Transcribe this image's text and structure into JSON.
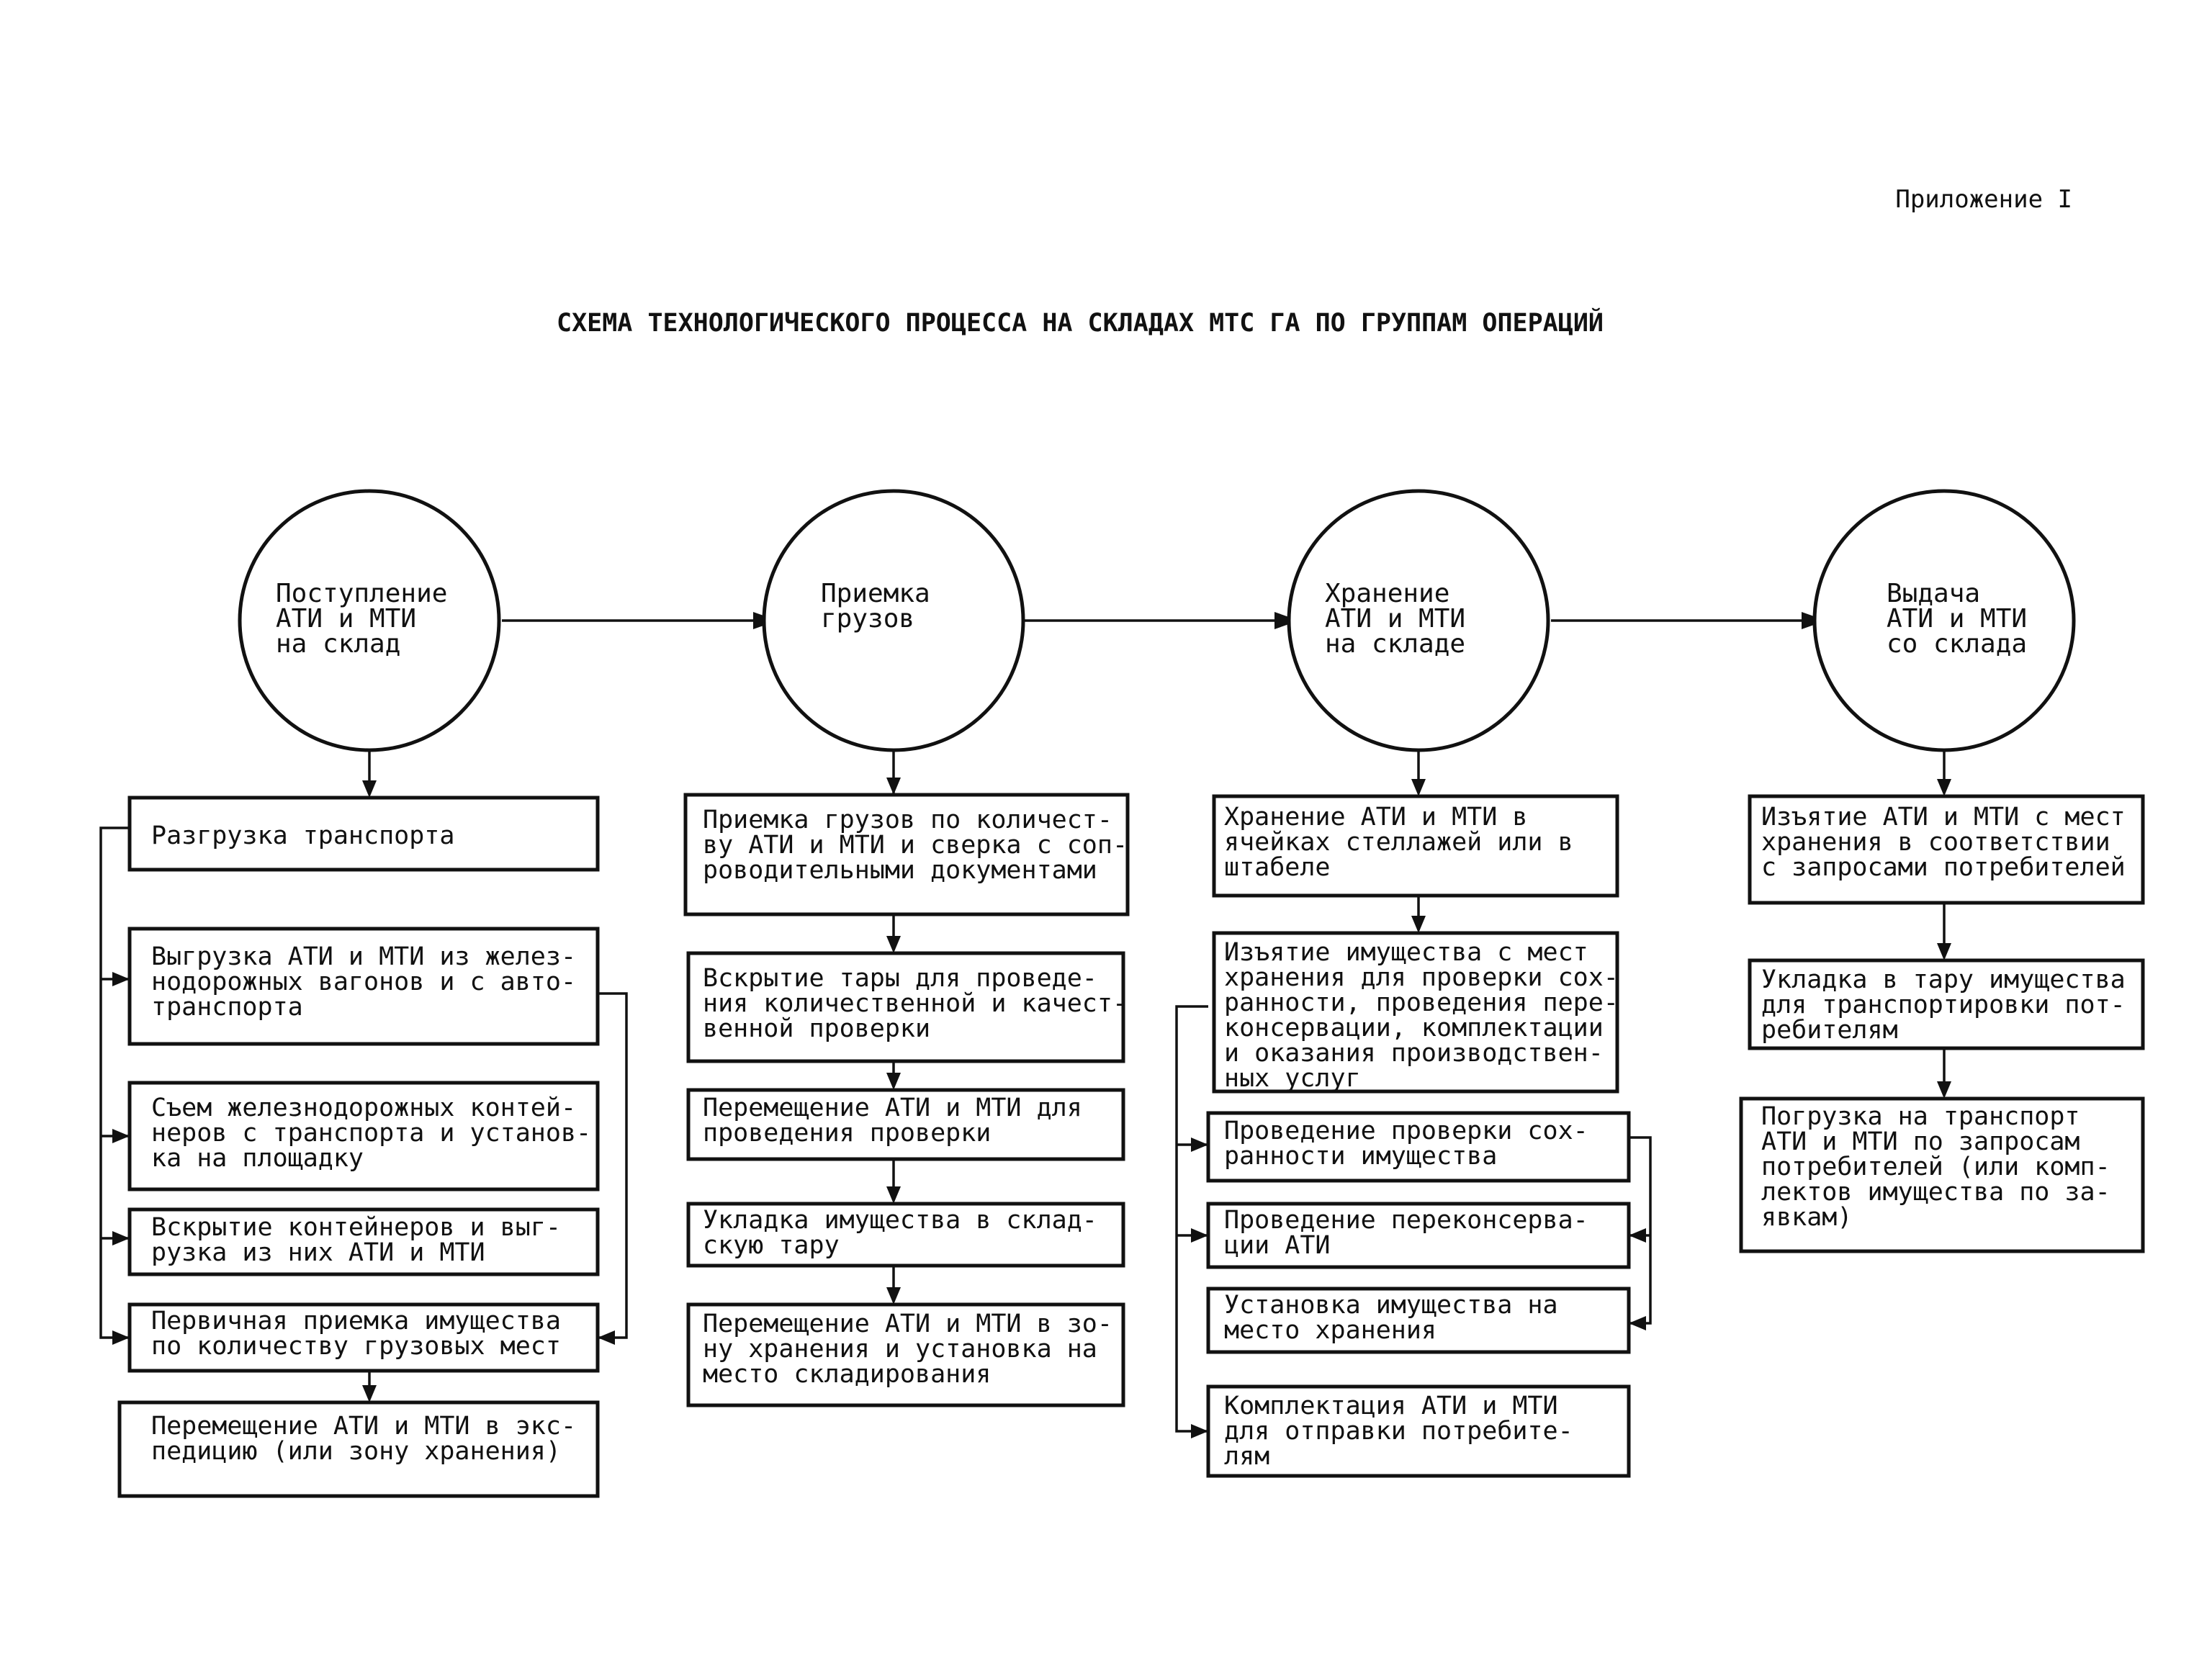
{
  "header": {
    "appendix": "Приложение I",
    "title": "СХЕМА ТЕХНОЛОГИЧЕСКОГО ПРОЦЕССА НА СКЛАДАХ МТС ГА ПО ГРУППАМ ОПЕРАЦИЙ"
  },
  "stages": [
    {
      "lines": [
        "Поступление",
        "АТИ и МТИ",
        "на склад"
      ],
      "operations": [
        {
          "lines": [
            "Разгрузка транспорта"
          ]
        },
        {
          "lines": [
            "Выгрузка АТИ и МТИ из желез-",
            "нодорожных вагонов и с авто-",
            "транспорта"
          ]
        },
        {
          "lines": [
            "Съем железнодорожных контей-",
            "неров с транспорта и установ-",
            "ка на площадку"
          ]
        },
        {
          "lines": [
            "Вскрытие контейнеров и выг-",
            "рузка из них АТИ и МТИ"
          ]
        },
        {
          "lines": [
            "Первичная приемка имущества",
            "по количеству грузовых мест"
          ]
        },
        {
          "lines": [
            "Перемещение АТИ и МТИ в экс-",
            "педицию (или зону хранения)"
          ]
        }
      ]
    },
    {
      "lines": [
        "Приемка",
        "грузов"
      ],
      "operations": [
        {
          "lines": [
            "Приемка грузов по количест-",
            "ву АТИ и МТИ и сверка с соп-",
            "роводительными документами"
          ]
        },
        {
          "lines": [
            "Вскрытие тары для проведе-",
            "ния количественной и качест-",
            "венной проверки"
          ]
        },
        {
          "lines": [
            "Перемещение АТИ и МТИ для",
            "проведения проверки"
          ]
        },
        {
          "lines": [
            "Укладка имущества в склад-",
            "скую тару"
          ]
        },
        {
          "lines": [
            "Перемещение АТИ и МТИ в зо-",
            "ну хранения и установка на",
            "место складирования"
          ]
        }
      ]
    },
    {
      "lines": [
        "Хранение",
        "АТИ и МТИ",
        "на складе"
      ],
      "operations": [
        {
          "lines": [
            "Хранение АТИ и МТИ в",
            "ячейках стеллажей или в",
            "штабеле"
          ]
        },
        {
          "lines": [
            "Изъятие имущества с мест",
            "хранения для проверки сох-",
            "ранности, проведения пере-",
            "консервации, комплектации",
            "и оказания производствен-",
            "ных услуг"
          ]
        },
        {
          "lines": [
            "Проведение проверки сох-",
            "ранности имущества"
          ]
        },
        {
          "lines": [
            "Проведение переконсерва-",
            "ции АТИ"
          ]
        },
        {
          "lines": [
            "Установка имущества на",
            "место хранения"
          ]
        },
        {
          "lines": [
            "Комплектация АТИ и МТИ",
            "для отправки потребите-",
            "лям"
          ]
        }
      ]
    },
    {
      "lines": [
        "Выдача",
        "АТИ и МТИ",
        "со склада"
      ],
      "operations": [
        {
          "lines": [
            "Изъятие АТИ и МТИ с мест",
            "хранения в соответствии",
            "с запросами потребителей"
          ]
        },
        {
          "lines": [
            "Укладка в тару имущества",
            "для транспортировки пот-",
            "ребителям"
          ]
        },
        {
          "lines": [
            "Погрузка на транспорт",
            "АТИ и МТИ по запросам",
            "потребителей (или комп-",
            "лектов имущества по за-",
            "явкам)"
          ]
        }
      ]
    }
  ]
}
